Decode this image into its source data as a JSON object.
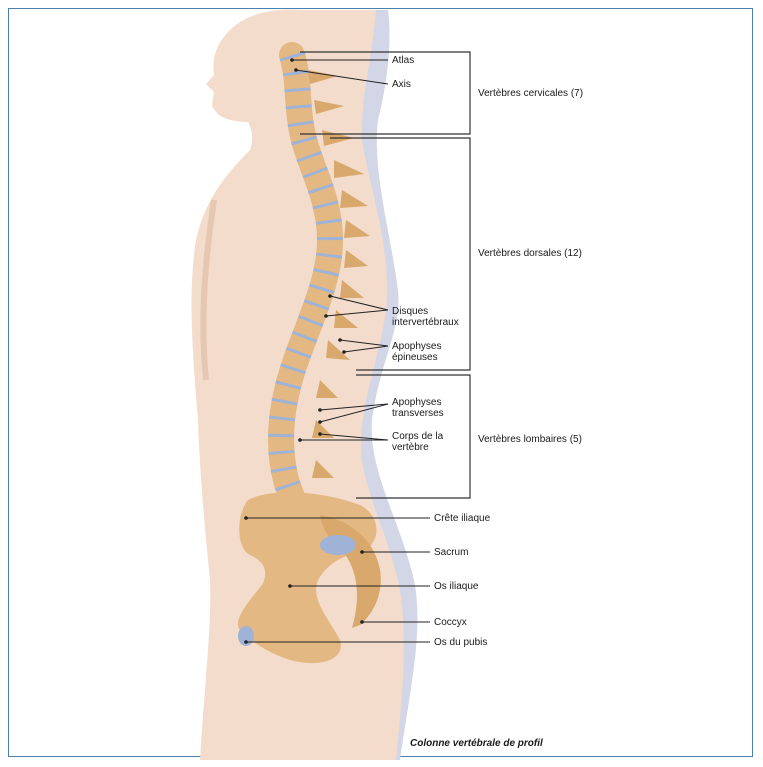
{
  "labels": {
    "atlas": "Atlas",
    "axis": "Axis",
    "cervical": "Vertèbres cervicales (7)",
    "dorsal": "Vertèbres dorsales (12)",
    "disques": "Disques\nintervertébraux",
    "apophyses_epineuses": "Apophyses\népineuses",
    "apophyses_transverses": "Apophyses\ntransverses",
    "corps": "Corps de la\nvertèbre",
    "lombaires": "Vertèbres lombaires (5)",
    "crete": "Crête iliaque",
    "sacrum": "Sacrum",
    "os_iliaque": "Os iliaque",
    "coccyx": "Coccyx",
    "pubis": "Os du pubis"
  },
  "caption": "Colonne vertébrale de profil",
  "colors": {
    "frame": "#4a7fb0",
    "skin": "#f3dccb",
    "skin_shadow": "#cfd3e3",
    "bone": "#e3b882",
    "bone_dark": "#b98a55",
    "disc": "#9fb3d6",
    "leader": "#222222"
  }
}
